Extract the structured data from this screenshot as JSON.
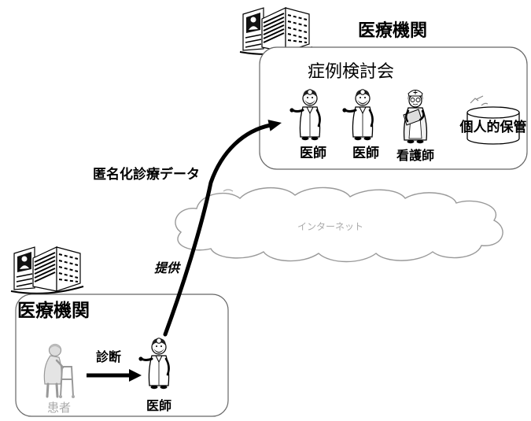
{
  "top_org": {
    "label": "医療機関",
    "icon": "hospital-building-icon"
  },
  "conference": {
    "title": "症例検討会",
    "members": [
      {
        "label": "医師",
        "icon": "doctor-icon"
      },
      {
        "label": "医師",
        "icon": "doctor-icon"
      },
      {
        "label": "看護師",
        "icon": "nurse-icon"
      }
    ],
    "storage": {
      "label": "個人的保管",
      "icon": "database-cylinder-icon"
    }
  },
  "data_flow": {
    "data_label": "匿名化診療データ",
    "provide_label": "提供",
    "arrow_icon": "curved-arrow-icon"
  },
  "network": {
    "label": "インターネット",
    "icon": "cloud-icon"
  },
  "bottom_org": {
    "label": "医療機関",
    "icon": "hospital-building-icon",
    "patient": {
      "label": "患者",
      "icon": "patient-with-walker-icon"
    },
    "action_label": "診断",
    "doctor": {
      "label": "医師",
      "icon": "doctor-icon"
    }
  },
  "colors": {
    "line": "#000000",
    "box_border": "#666666",
    "cloud_border": "#999999",
    "faded_text": "#aaaaaa"
  }
}
